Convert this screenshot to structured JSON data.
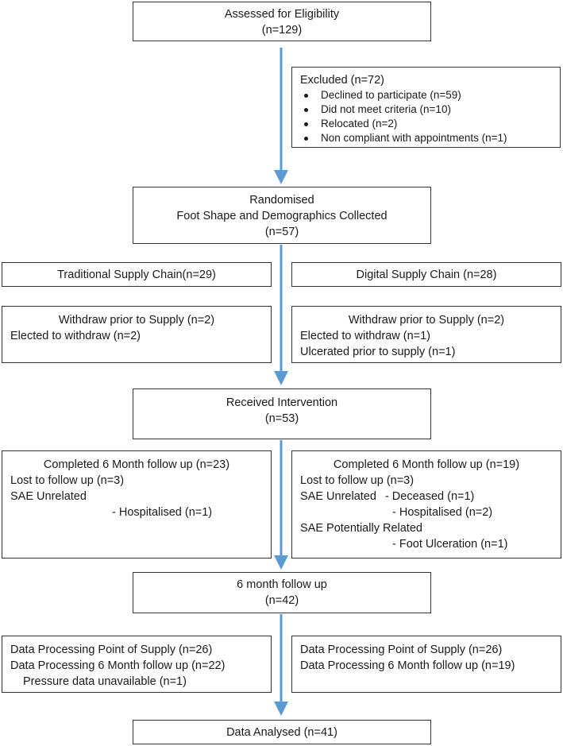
{
  "assessed": {
    "title": "Assessed for Eligibility",
    "count": "(n=129)"
  },
  "excluded": {
    "title": "Excluded (n=72)",
    "items": [
      "Declined to participate (n=59)",
      "Did not meet criteria (n=10)",
      "Relocated (n=2)",
      "Non compliant with appointments (n=1)"
    ]
  },
  "randomised": {
    "title": "Randomised",
    "subtitle": "Foot Shape and Demographics Collected",
    "count": "(n=57)"
  },
  "traditional": {
    "label": "Traditional Supply Chain(n=29)"
  },
  "digital": {
    "label": "Digital Supply Chain (n=28)"
  },
  "withdraw_left": {
    "title": "Withdraw prior to Supply (n=2)",
    "lines": [
      "Elected to withdraw (n=2)"
    ]
  },
  "withdraw_right": {
    "title": "Withdraw prior to Supply (n=2)",
    "lines": [
      "Elected to withdraw (n=1)",
      "Ulcerated prior to supply (n=1)"
    ]
  },
  "received": {
    "title": "Received Intervention",
    "count": "(n=53)"
  },
  "followup_left": {
    "title": "Completed 6 Month follow up (n=23)",
    "lost": "Lost to follow up (n=3)",
    "sae_unrelated": "SAE Unrelated",
    "hospitalised": "- Hospitalised (n=1)"
  },
  "followup_right": {
    "title": "Completed 6 Month follow up (n=19)",
    "lost": "Lost to follow up (n=3)",
    "sae_unrelated": "SAE Unrelated",
    "deceased": "- Deceased (n=1)",
    "hospitalised": "- Hospitalised (n=2)",
    "sae_potential": "SAE Potentially Related",
    "ulceration": "- Foot Ulceration (n=1)"
  },
  "six_month": {
    "title": "6 month follow up",
    "count": "(n=42)"
  },
  "processing_left": {
    "line1": "Data Processing Point of Supply (n=26)",
    "line2": "Data Processing 6 Month follow up (n=22)",
    "line3": "Pressure data unavailable (n=1)"
  },
  "processing_right": {
    "line1": "Data Processing Point of Supply (n=26)",
    "line2": "Data Processing 6 Month follow up (n=19)"
  },
  "analysed": {
    "title": "Data Analysed (n=41)"
  },
  "colors": {
    "arrow": "#5b9bd5",
    "border": "#333333"
  }
}
